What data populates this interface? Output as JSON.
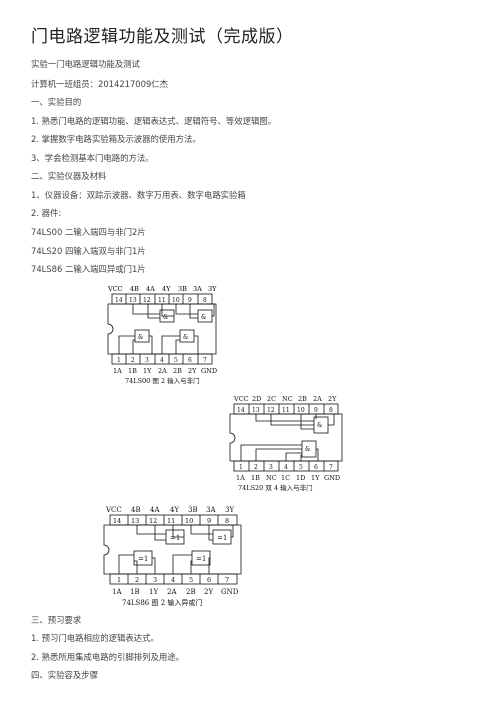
{
  "document": {
    "title": "门电路逻辑功能及测试（完成版）",
    "lines": [
      "实验一门电路逻辑功能及测试",
      "计算机一班组员：2014217009仁杰",
      "一、实验目的",
      "1. 熟悉门电路的逻辑功能、逻辑表达式、逻辑符号、等效逻辑图。",
      "2. 掌握数字电路实验箱及示波器的使用方法。",
      "3、学会检测基本门电路的方法。",
      "二、实验仪器及材料",
      "1、仪器设备：双踪示波器、数字万用表、数字电路实验箱",
      "2. 器件:",
      "74LS00 二输入端四与非门2片",
      "74LS20 四输入端双与非门1片",
      "74LS86 二输入端四异或门1片"
    ],
    "lines_after": [
      "三、预习要求",
      "1. 预习门电路相应的逻辑表达式。",
      "2. 熟悉所用集成电路的引脚排列及用途。",
      "四、实验容及步骤"
    ]
  },
  "figures": {
    "ls00": {
      "top_pins": [
        "14",
        "13",
        "12",
        "11",
        "10",
        "9",
        "8"
      ],
      "top_labels": [
        "VCC",
        "4B",
        "4A",
        "4Y",
        "3B",
        "3A",
        "3Y"
      ],
      "bottom_pins": [
        "1",
        "2",
        "3",
        "4",
        "5",
        "6",
        "7"
      ],
      "bottom_labels": [
        "1A",
        "1B",
        "1Y",
        "2A",
        "2B",
        "2Y",
        "GND"
      ],
      "gate_symbol": "&",
      "caption": "74LS00   图 2 输入与非门"
    },
    "ls20": {
      "top_pins": [
        "14",
        "13",
        "12",
        "11",
        "10",
        "9",
        "8"
      ],
      "top_labels": [
        "VCC",
        "2D",
        "2C",
        "NC",
        "2B",
        "2A",
        "2Y"
      ],
      "bottom_pins": [
        "1",
        "2",
        "3",
        "4",
        "5",
        "6",
        "7"
      ],
      "bottom_labels": [
        "1A",
        "1B",
        "NC",
        "1C",
        "1D",
        "1Y",
        "GND"
      ],
      "gate_symbol": "&",
      "caption": "74LS20  双 4 输入与非门"
    },
    "ls86": {
      "top_pins": [
        "14",
        "13",
        "12",
        "11",
        "10",
        "9",
        "8"
      ],
      "top_labels": [
        "VCC",
        "4B",
        "4A",
        "4Y",
        "3B",
        "3A",
        "3Y"
      ],
      "bottom_pins": [
        "1",
        "2",
        "3",
        "4",
        "5",
        "6",
        "7"
      ],
      "bottom_labels": [
        "1A",
        "1B",
        "1Y",
        "2A",
        "2B",
        "2Y",
        "GND"
      ],
      "gate_symbol": "=1",
      "caption": "74LS86    图 2 输入异或门"
    }
  }
}
